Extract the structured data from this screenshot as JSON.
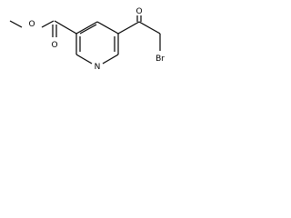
{
  "molecule": {
    "atoms": {
      "ester_carbonyl_oxygen": "O",
      "ester_single_oxygen": "O",
      "pyridine_nitrogen": "N",
      "ketone_oxygen": "O",
      "bromine": "Br"
    }
  }
}
